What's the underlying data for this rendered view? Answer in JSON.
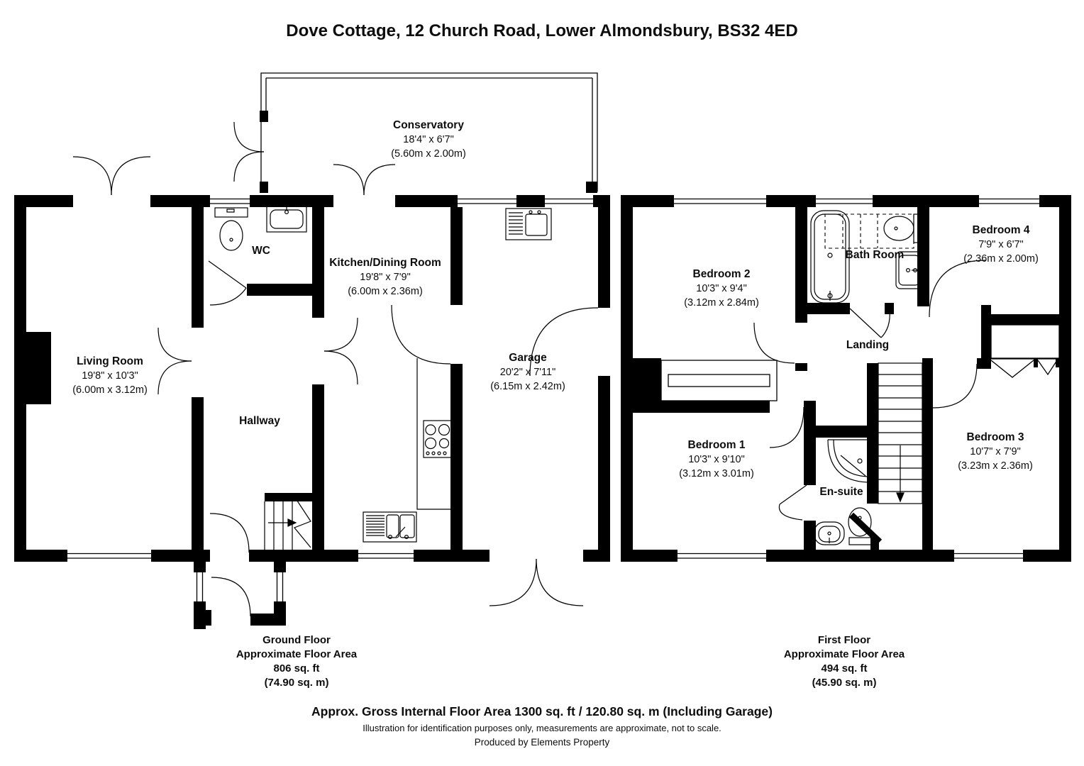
{
  "title": "Dove Cottage, 12 Church Road, Lower Almondsbury, BS32 4ED",
  "ground_floor": {
    "rooms": [
      {
        "name": "Conservatory",
        "size_ft": "18'4\" x 6'7\"",
        "size_m": "(5.60m x 2.00m)"
      },
      {
        "name": "WC"
      },
      {
        "name": "Kitchen/Dining Room",
        "size_ft": "19'8\" x 7'9\"",
        "size_m": "(6.00m x 2.36m)"
      },
      {
        "name": "Living Room",
        "size_ft": "19'8\" x 10'3\"",
        "size_m": "(6.00m x 3.12m)"
      },
      {
        "name": "Hallway"
      },
      {
        "name": "Garage",
        "size_ft": "20'2\" x 7'11\"",
        "size_m": "(6.15m x 2.42m)"
      }
    ],
    "summary": {
      "floor_label": "Ground Floor",
      "area_label": "Approximate Floor Area",
      "area_ft": "806 sq. ft",
      "area_m": "(74.90 sq. m)"
    }
  },
  "first_floor": {
    "rooms": [
      {
        "name": "Bedroom 2",
        "size_ft": "10'3\" x 9'4\"",
        "size_m": "(3.12m x 2.84m)"
      },
      {
        "name": "Bath Room"
      },
      {
        "name": "Bedroom 4",
        "size_ft": "7'9\" x 6'7\"",
        "size_m": "(2.36m x 2.00m)"
      },
      {
        "name": "Landing"
      },
      {
        "name": "Bedroom 1",
        "size_ft": "10'3\" x 9'10\"",
        "size_m": "(3.12m x 3.01m)"
      },
      {
        "name": "En-suite"
      },
      {
        "name": "Bedroom 3",
        "size_ft": "10'7\" x 7'9\"",
        "size_m": "(3.23m x 2.36m)"
      }
    ],
    "summary": {
      "floor_label": "First Floor",
      "area_label": "Approximate Floor Area",
      "area_ft": "494 sq. ft",
      "area_m": "(45.90 sq. m)"
    }
  },
  "footer": {
    "gross_area": "Approx. Gross Internal Floor Area 1300 sq. ft / 120.80 sq. m (Including Garage)",
    "disclaimer": "Illustration for identification purposes only, measurements are approximate, not to scale.",
    "producer": "Produced by Elements Property"
  },
  "fixtures": [
    "toilet-icon",
    "sink-icon",
    "bath-icon",
    "shower-icon",
    "hob-icon",
    "kitchen-sink-icon",
    "stairs-icon"
  ],
  "colors": {
    "walls": "#000000",
    "background": "#ffffff",
    "text": "#0d0d0d"
  }
}
